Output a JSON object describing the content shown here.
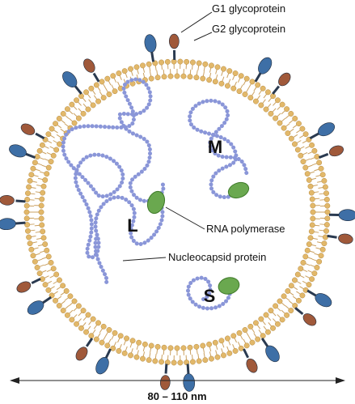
{
  "labels": {
    "g1": "G1 glycoprotein",
    "g2": "G2 glycoprotein",
    "rna_polymerase": "RNA polymerase",
    "nucleocapsid": "Nucleocapsid protein",
    "segment_l": "L",
    "segment_m": "M",
    "segment_s": "S",
    "scale": "80 – 110 nm"
  },
  "colors": {
    "membrane_head": "#e2b86a",
    "membrane_tail": "#caa060",
    "g1_head": "#3e6fa6",
    "g2_head": "#a0593a",
    "spike_stalk": "#2a3a50",
    "nucleocapsid": "#8a96d8",
    "polymerase": "#6aa84f",
    "arrow": "#222222"
  }
}
